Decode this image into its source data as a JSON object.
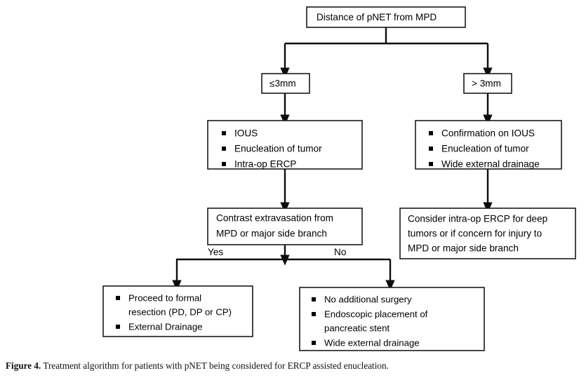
{
  "figure": {
    "caption_label": "Figure 4.",
    "caption_text": " Treatment algorithm for patients with pNET being considered for ERCP assisted enucleation."
  },
  "flowchart": {
    "type": "flowchart",
    "root": {
      "id": "distance-node",
      "text": "Distance of pNET from MPD"
    },
    "branches": [
      {
        "id": "branch-lte-3mm",
        "label": "≤3mm"
      },
      {
        "id": "branch-gt-3mm",
        "label": "> 3mm"
      }
    ],
    "left_branch": {
      "steps_node": {
        "id": "left-steps-node",
        "items": [
          "IOUS",
          "Enucleation of tumor",
          "Intra-op ERCP"
        ]
      },
      "decision_node": {
        "id": "contrast-extravasation-node",
        "lines": [
          "Contrast extravasation from",
          "MPD or major side branch"
        ]
      },
      "decision_labels": {
        "yes": "Yes",
        "no": "No"
      },
      "yes_node": {
        "id": "formal-resection-node",
        "items": [
          {
            "lines": [
              "Proceed to formal",
              "resection (PD, DP or CP)"
            ]
          },
          {
            "lines": [
              "External Drainage"
            ]
          }
        ]
      },
      "no_node": {
        "id": "no-surgery-node",
        "items": [
          {
            "lines": [
              "No additional surgery"
            ]
          },
          {
            "lines": [
              "Endoscopic placement of",
              "pancreatic stent"
            ]
          },
          {
            "lines": [
              "Wide external drainage"
            ]
          }
        ]
      }
    },
    "right_branch": {
      "steps_node": {
        "id": "right-steps-node",
        "items": [
          "Confirmation on IOUS",
          "Enucleation of tumor",
          "Wide external drainage"
        ]
      },
      "advice_node": {
        "id": "consider-ercp-node",
        "lines": [
          "Consider intra-op ERCP for deep",
          "tumors or if concern for injury to",
          "MPD or major side branch"
        ]
      }
    },
    "colors": {
      "box_border": "#1a1a1a",
      "box_fill": "#ffffff",
      "connector": "#0d0d0d",
      "text": "#000000"
    }
  }
}
